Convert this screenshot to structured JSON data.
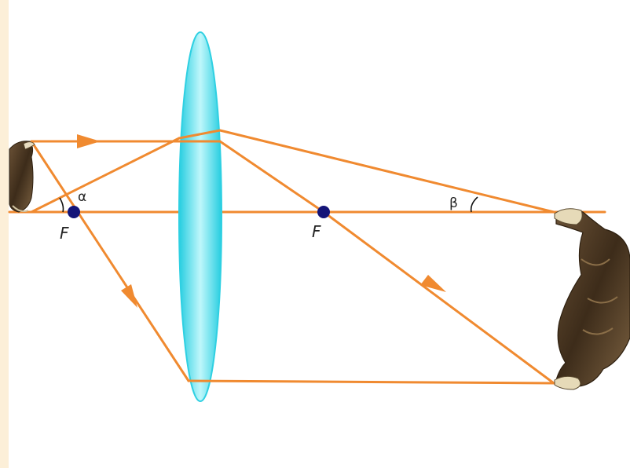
{
  "labels": {
    "focus_left": "F",
    "focus_right": "F",
    "angle_object": "α",
    "angle_image": "β"
  },
  "colors": {
    "ray": "#f08a30",
    "lens": "#3fdcea",
    "focal_point": "#141478",
    "background": "#ffffff",
    "left_strip": "#fcefd8"
  }
}
